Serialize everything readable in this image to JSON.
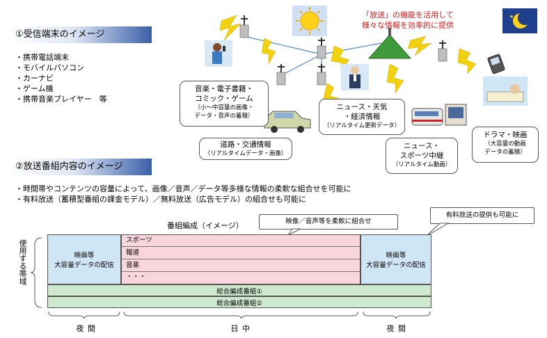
{
  "section1": {
    "heading": "①受信端末のイメージ",
    "terminals": [
      "・携帯電話端末",
      "・モバイルパソコン",
      "・カーナビ",
      "・ゲーム機",
      "・携帯音楽プレイヤー　等"
    ]
  },
  "callout_broadcast": [
    "「放送」の機能を活用して",
    "様々な情報を効率的に提供"
  ],
  "bubbles": {
    "music": {
      "title": [
        "音楽・電子書籍・",
        "コミック・ゲーム"
      ],
      "note": [
        "（小〜中容量の画像・",
        "データ・音声の蓄積）"
      ]
    },
    "news": {
      "title": [
        "ニュース・天気",
        "・経済情報"
      ],
      "note": [
        "（リアルタイム更新データ）"
      ]
    },
    "traffic": {
      "title": [
        "道路・交通情報"
      ],
      "note": [
        "（リアルタイムデータ・画像）"
      ]
    },
    "sports": {
      "title": [
        "ニュース・",
        "スポーツ中継"
      ],
      "note": [
        "（リアルタイム動画）"
      ]
    },
    "drama": {
      "title": [
        "ドラマ・映画"
      ],
      "note": [
        "（大容量の動画",
        "データの蓄積）"
      ]
    }
  },
  "section2": {
    "heading": "②放送番組内容のイメージ",
    "bullets": [
      "・時間帯やコンテンツの容量によって、画像／音声／データ等多様な情報の柔軟な組合せを可能に",
      "・有料放送（蓄積型番組の課金モデル）／無料放送（広告モデル）の組合せも可能に"
    ]
  },
  "schedule": {
    "title": "番組編成（イメージ）",
    "callout_flexible": "映像／音声等を柔軟に組合せ",
    "callout_paid": "有料放送の提供も可能に",
    "vertical_label": "使用する帯域",
    "left_block": [
      "映画等",
      "大容量データの配信"
    ],
    "right_block": [
      "映画等",
      "大容量データの配信"
    ],
    "middle_rows": [
      "スポーツ",
      "報道",
      "音楽",
      "・・・"
    ],
    "general_rows": [
      "総合編成番組①",
      "総合編成番組②"
    ],
    "time_labels": {
      "left": "夜間",
      "center": "日中",
      "right": "夜間"
    }
  },
  "colors": {
    "pink": "#f9d6dc",
    "light_blue": "#cfe6f5",
    "green": "#cfe9cf",
    "red_text": "#e01818",
    "bolt": "#f2d20e",
    "line": "#4a86c8",
    "bracket": "#f0a030"
  }
}
